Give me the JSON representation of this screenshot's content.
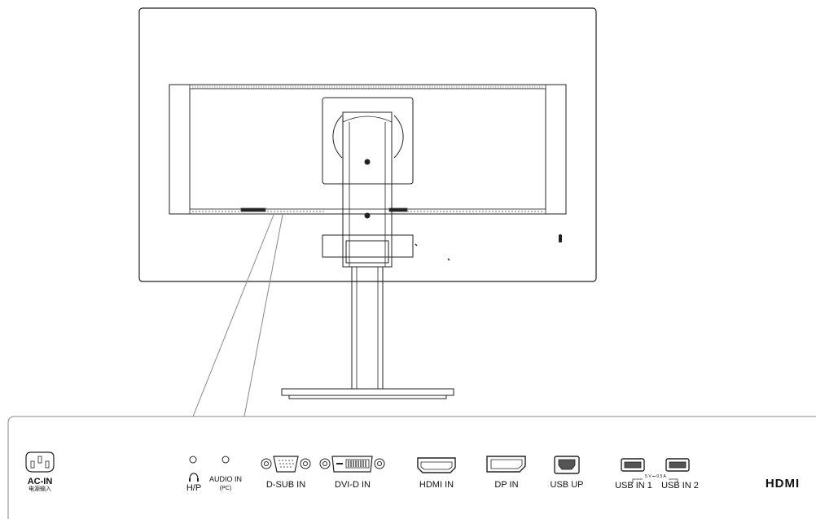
{
  "ports": {
    "ac_in": "AC-IN",
    "ac_in_cn": "电源输入",
    "hp": "H/P",
    "audio_in": "AUDIO IN",
    "audio_in_pc": "(PC)",
    "dsub": "D-SUB IN",
    "dvi": "DVI-D IN",
    "hdmi": "HDMI IN",
    "dp": "DP IN",
    "usb_up": "USB UP",
    "usb_in_1": "USB IN 1",
    "usb_in_2": "USB IN 2",
    "usb_spec": "5 V ⎓ 0.5 A",
    "hdmi_logo": "HDMI"
  }
}
